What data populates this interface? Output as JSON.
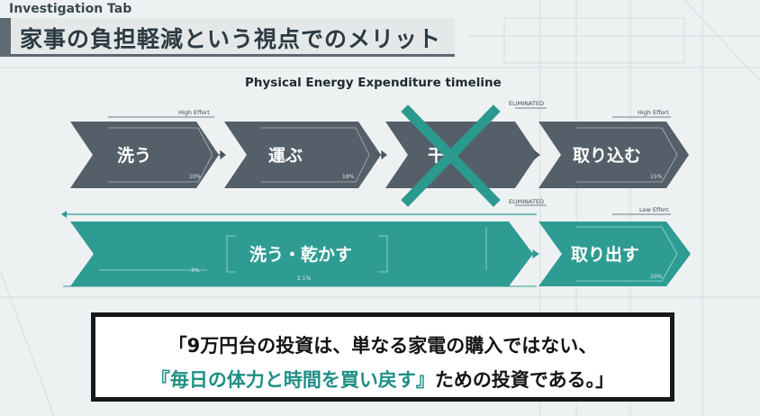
{
  "header": {
    "tab_label": "Investigation Tab",
    "title": "家事の負担軽減という視点でのメリット"
  },
  "diagram": {
    "title": "Physical Energy Expenditure timeline",
    "top_row": [
      {
        "label": "洗う",
        "percent": "10%",
        "color": "#545f69"
      },
      {
        "label": "運ぶ",
        "percent": "18%",
        "color": "#545f69"
      },
      {
        "label": "干す",
        "percent": "",
        "color": "#545f69"
      },
      {
        "label": "取り込む",
        "percent": "15%",
        "color": "#545f69"
      }
    ],
    "bottom_row": [
      {
        "label": "洗う・乾かす",
        "percent": "3%",
        "sub_percent": "2.1%",
        "color": "#2e9c93"
      },
      {
        "label": "取り出す",
        "percent": "10%",
        "color": "#2e9c93"
      }
    ],
    "annotations": {
      "high_effort_left": "High Effort",
      "high_effort_right": "High Effort",
      "eliminated_top": "ELIMINATED",
      "eliminated_bottom": "ELIMINATED",
      "low_effort": "Low Effort"
    },
    "cross_color": "#2a9a8e"
  },
  "quote": {
    "line1": "「9万円台の投資は、単なる家電の購入ではない、",
    "line2_highlight": "『毎日の体力と時間を買い戻す』",
    "line2_rest": "ための投資である。」",
    "highlight_color": "#1f8f86"
  }
}
